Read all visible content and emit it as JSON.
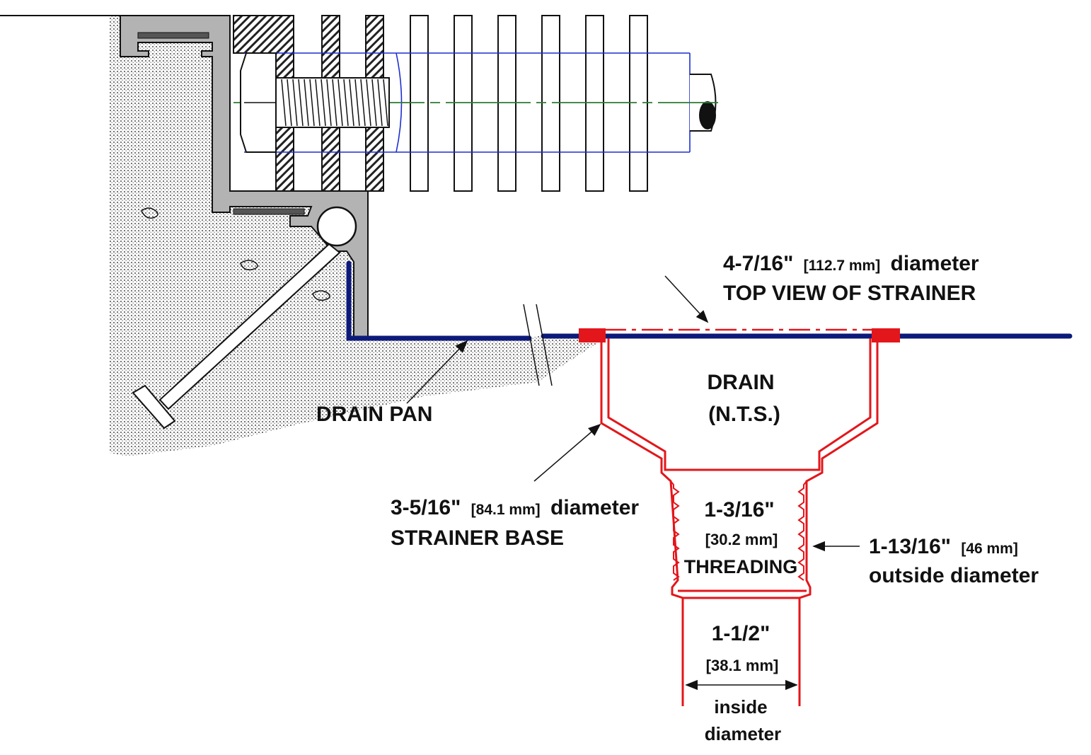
{
  "colors": {
    "pan": "#0d1a7a",
    "drain": "#e3161b",
    "concrete": "#c8c8c8",
    "metal": "#b3b3b3",
    "pipe": "#1c2fd0",
    "centerline": "#2c7a32",
    "ink": "#111111"
  },
  "labels": {
    "top_view": {
      "size": "4-7/16\"",
      "metric": "[112.7 mm]",
      "word": "diameter",
      "line2": "TOP VIEW OF STRAINER"
    },
    "drain_title": {
      "line1": "DRAIN",
      "line2": "(N.T.S.)"
    },
    "drain_pan": "DRAIN PAN",
    "strainer_base": {
      "size": "3-5/16\"",
      "metric": "[84.1 mm]",
      "word": "diameter",
      "line2": "STRAINER BASE"
    },
    "threading": {
      "size": "1-3/16\"",
      "metric": "[30.2 mm]",
      "word": "THREADING"
    },
    "outside": {
      "size": "1-13/16\"",
      "metric": "[46 mm]",
      "line2": "outside diameter"
    },
    "inside": {
      "size": "1-1/2\"",
      "metric": "[38.1 mm]",
      "line2": "inside",
      "line3": "diameter"
    }
  }
}
